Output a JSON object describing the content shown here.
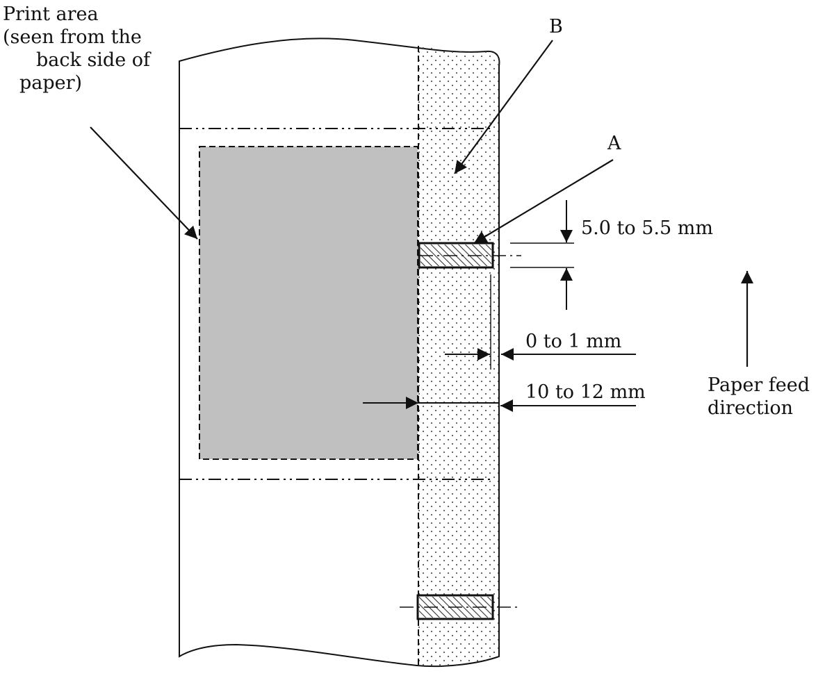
{
  "labels": {
    "print_area": [
      "Print area",
      "(seen from the",
      "back side of",
      "paper)"
    ],
    "b": "B",
    "a": "A",
    "dim_height": "5.0 to 5.5 mm",
    "dim_offset": "0 to 1 mm",
    "dim_width": "10 to 12 mm",
    "feed_direction": [
      "Paper feed",
      "direction"
    ]
  },
  "colors": {
    "line": "#111111",
    "print_area_fill": "#c0c0c0",
    "dot_pattern": "#555555"
  }
}
